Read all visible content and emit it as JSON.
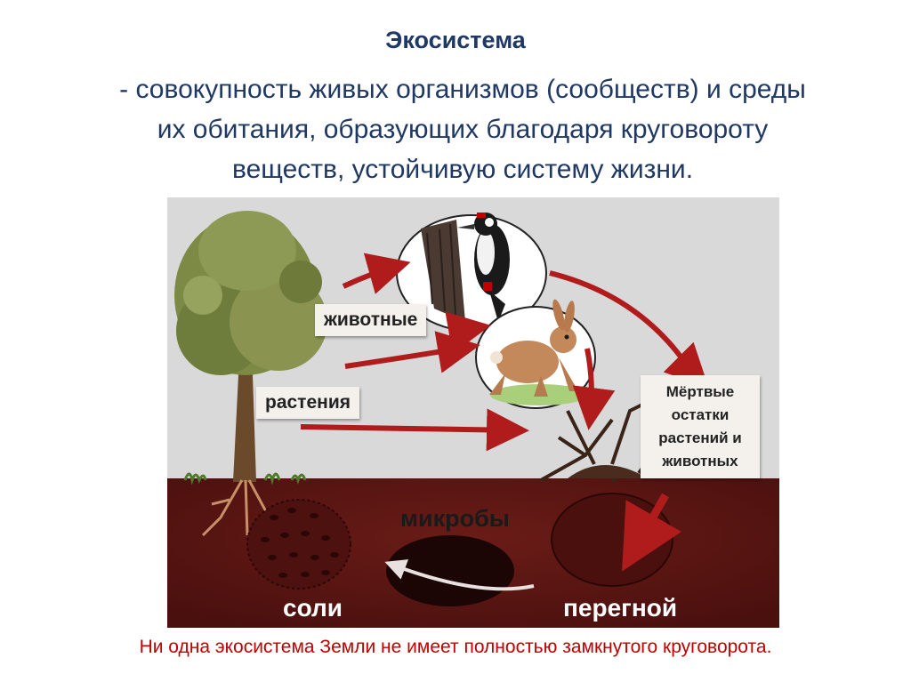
{
  "title": "Экосистема",
  "definition": {
    "line1": "- совокупность живых организмов (сообществ) и среды",
    "line2": "их обитания, образующих благодаря круговороту",
    "line3": "веществ, устойчивую систему жизни."
  },
  "diagram": {
    "animals_label": "животные",
    "plants_label": "растения",
    "dead_remains": {
      "line1": "Мёртвые",
      "line2": "остатки",
      "line3": "растений и",
      "line4": "животных"
    },
    "microbes_label": "микробы",
    "salts_label": "соли",
    "humus_label": "перегной",
    "colors": {
      "arrow": "#b01c1c",
      "soil": "#5a1512",
      "sky": "#d9d9d9",
      "tree_foliage": "#7c8a46",
      "tree_trunk": "#6a4a2a"
    },
    "icons": [
      "tree-icon",
      "woodpecker-icon",
      "hare-icon",
      "dead-roots-icon",
      "salts-circle-icon",
      "microbes-circle-icon",
      "humus-circle-icon"
    ]
  },
  "footnote": "Ни одна экосистема Земли не имеет полностью замкнутого круговорота."
}
